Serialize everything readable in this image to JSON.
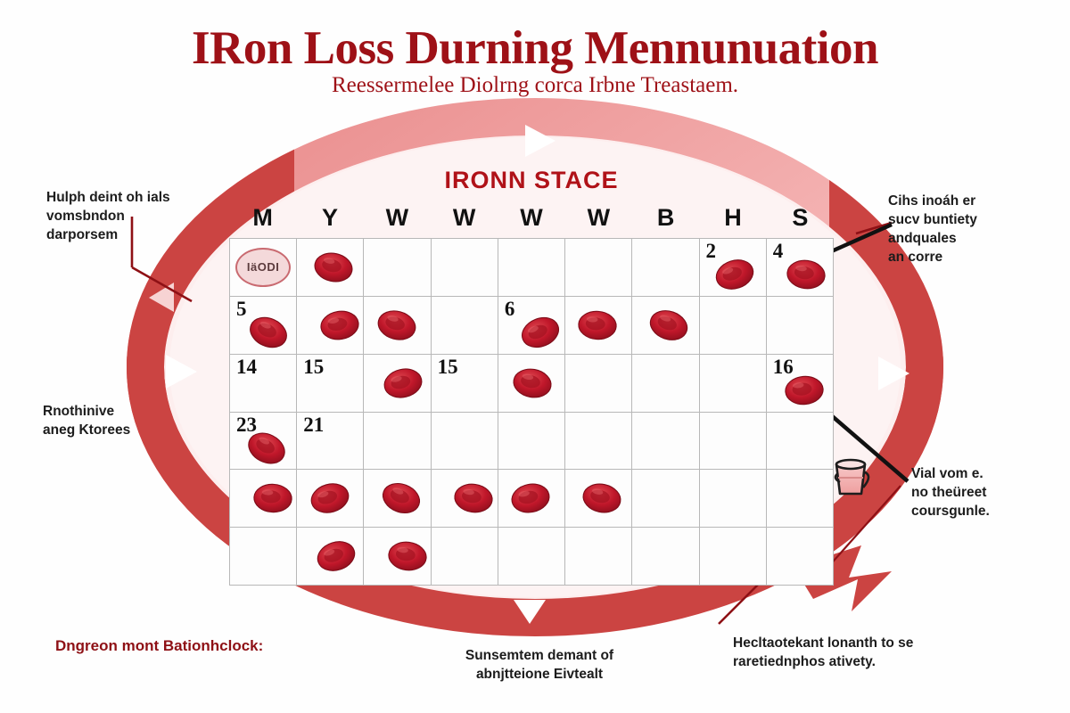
{
  "title": "IRon Loss Durning Mennunuation",
  "subtitle": "Reessermelee Diolrng corca Irbne Treastaem.",
  "panel": {
    "header": "IRONN STACE",
    "day_letters": [
      "M",
      "Y",
      "W",
      "W",
      "W",
      "W",
      "B",
      "H",
      "S"
    ],
    "badge_label": "IäODI",
    "grid": [
      [
        {
          "num": "",
          "badge": "IäODI",
          "cell": false
        },
        {
          "num": "",
          "badge": "",
          "cell": true
        },
        {
          "num": "",
          "badge": "",
          "cell": false
        },
        {
          "num": "",
          "badge": "",
          "cell": false
        },
        {
          "num": "",
          "badge": "",
          "cell": false
        },
        {
          "num": "",
          "badge": "",
          "cell": false
        },
        {
          "num": "",
          "badge": "",
          "cell": false
        },
        {
          "num": "2",
          "badge": "",
          "cell": true
        },
        {
          "num": "4",
          "badge": "",
          "cell": true
        }
      ],
      [
        {
          "num": "5",
          "badge": "",
          "cell": true
        },
        {
          "num": "",
          "badge": "",
          "cell": true
        },
        {
          "num": "",
          "badge": "",
          "cell": true
        },
        {
          "num": "",
          "badge": "",
          "cell": false
        },
        {
          "num": "6",
          "badge": "",
          "cell": true
        },
        {
          "num": "",
          "badge": "",
          "cell": true
        },
        {
          "num": "",
          "badge": "",
          "cell": true
        },
        {
          "num": "",
          "badge": "",
          "cell": false
        },
        {
          "num": "",
          "badge": "",
          "cell": false
        }
      ],
      [
        {
          "num": "14",
          "badge": "",
          "cell": false
        },
        {
          "num": "15",
          "badge": "",
          "cell": false
        },
        {
          "num": "",
          "badge": "",
          "cell": true
        },
        {
          "num": "15",
          "badge": "",
          "cell": false
        },
        {
          "num": "",
          "badge": "",
          "cell": true
        },
        {
          "num": "",
          "badge": "",
          "cell": false
        },
        {
          "num": "",
          "badge": "",
          "cell": false
        },
        {
          "num": "",
          "badge": "",
          "cell": false
        },
        {
          "num": "16",
          "badge": "",
          "cell": true
        }
      ],
      [
        {
          "num": "23",
          "badge": "",
          "cell": true
        },
        {
          "num": "21",
          "badge": "",
          "cell": false
        },
        {
          "num": "",
          "badge": "",
          "cell": false
        },
        {
          "num": "",
          "badge": "",
          "cell": false
        },
        {
          "num": "",
          "badge": "",
          "cell": false
        },
        {
          "num": "",
          "badge": "",
          "cell": false
        },
        {
          "num": "",
          "badge": "",
          "cell": false
        },
        {
          "num": "",
          "badge": "",
          "cell": false
        },
        {
          "num": "",
          "badge": "",
          "cell": false
        }
      ],
      [
        {
          "num": "",
          "badge": "",
          "cell": true
        },
        {
          "num": "",
          "badge": "",
          "cell": true
        },
        {
          "num": "",
          "badge": "",
          "cell": true
        },
        {
          "num": "",
          "badge": "",
          "cell": true
        },
        {
          "num": "",
          "badge": "",
          "cell": true
        },
        {
          "num": "",
          "badge": "",
          "cell": true
        },
        {
          "num": "",
          "badge": "",
          "cell": false
        },
        {
          "num": "",
          "badge": "",
          "cell": false
        },
        {
          "num": "",
          "badge": "",
          "cell": false
        }
      ],
      [
        {
          "num": "",
          "badge": "",
          "cell": false
        },
        {
          "num": "",
          "badge": "",
          "cell": true
        },
        {
          "num": "",
          "badge": "",
          "cell": true
        },
        {
          "num": "",
          "badge": "",
          "cell": false
        },
        {
          "num": "",
          "badge": "",
          "cell": false
        },
        {
          "num": "",
          "badge": "",
          "cell": false
        },
        {
          "num": "",
          "badge": "",
          "cell": false
        },
        {
          "num": "",
          "badge": "",
          "cell": false
        },
        {
          "num": "",
          "badge": "",
          "cell": false
        }
      ]
    ]
  },
  "annotations": {
    "left_top": [
      "Hulph deint oh ials",
      "vomsbndon",
      "darporsem"
    ],
    "left_mid": [
      "Rnothinive",
      "aneg Ktorees"
    ],
    "right_top": [
      "Cihs inoáh er",
      "sucv buntiety",
      "andquales",
      "an corre"
    ],
    "right_mid": [
      "Vial vom e.",
      "no theüreet",
      "coursgunle."
    ],
    "bottom_left": [
      "Dngreon mont Bationhclock:"
    ],
    "bottom_center": [
      "Sunsemtem demant of",
      "abnjtteione Eivtealt"
    ],
    "bottom_right": [
      "Hecltaotekant lonanth to se",
      "raretiednphos ativety."
    ]
  },
  "colors": {
    "title_red": "#9e1117",
    "header_red": "#b01218",
    "ring_light": "#f0a5a5",
    "ring_dark": "#cb4442",
    "ring_fill": "#fdeeee",
    "blood_cell": "#c0172a",
    "grid_line": "#b8b8b8"
  },
  "icons": {
    "cup": "menstrual-cup-icon",
    "blood_cell": "red-blood-cell-icon",
    "ring_marker": "triangle-marker-icon"
  }
}
